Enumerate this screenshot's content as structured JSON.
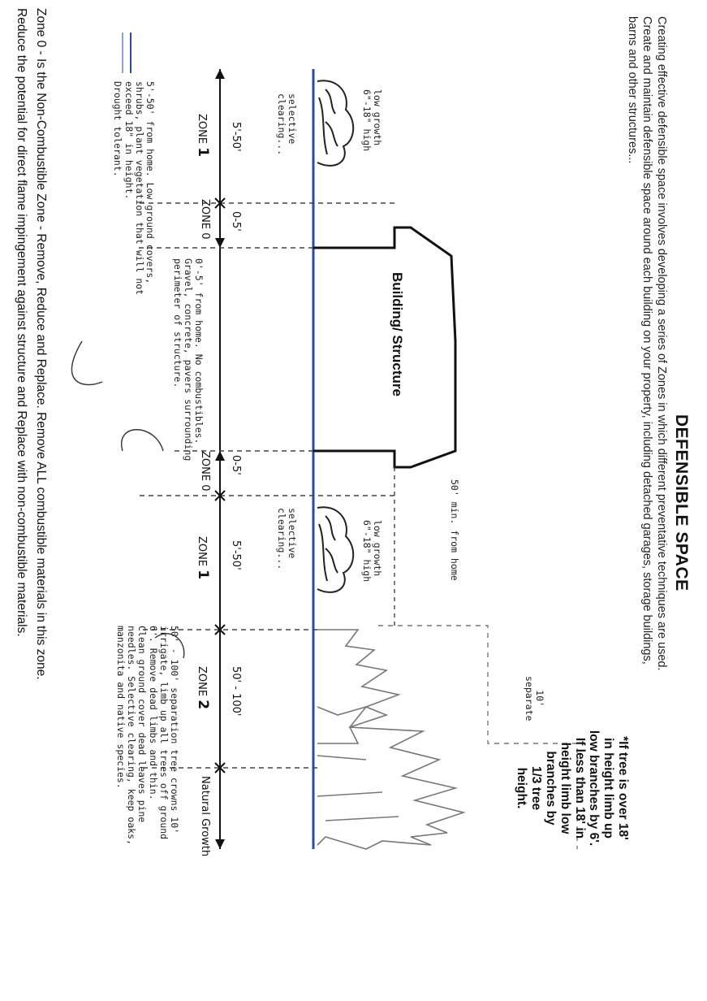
{
  "title": "DEFENSIBLE SPACE",
  "intro_line1": "Creating effective defensible space involves developing a series of Zones in which different preventative techniques are used.",
  "intro_line2": "Create and maintain defensible space around each building on your property, including detached garages, storage buildings,",
  "intro_line3": "barns and other structures...",
  "building_label": "Building/ Structure",
  "min_distance": "50' min. from home",
  "separate_label": "10'\nseparate",
  "tree_note": "*If tree is over 18'\nin height limb up\nlow branches by 6'.\nIf less than 18' in\nheight limb low\nbranches by\n1/3 tree\nheight.",
  "left_bush": {
    "growth": "low growth\n6\"-18\" high",
    "clearing": "selective\nclearing..."
  },
  "right_bush": {
    "growth": "low growth\n6\"-18\" high",
    "clearing": "selective\nclearing..."
  },
  "zones": {
    "left_zone1_range": "5'-50'",
    "left_zone1_name": "ZONE",
    "left_zone1_num": "1",
    "left_zone0_range": "0-5'",
    "left_zone0_name": "ZONE 0",
    "right_zone0_range": "0-5'",
    "right_zone0_name": "ZONE 0",
    "right_zone1_range": "5'-50'",
    "right_zone1_name": "ZONE",
    "right_zone1_num": "1",
    "zone2_range": "50' - 100'",
    "zone2_name": "ZONE",
    "zone2_num": "2",
    "natural_growth": "Natural Growth"
  },
  "notes": {
    "zone1_note": "5'-50' from home. Low ground covers,\nshrubs, plant vegetation that will not\nexceed 18\" in height.\nDrought tolerant.",
    "zone0_note": "0'-5' from home. No combustibles.\nGravel, concrete, pavers surrounding\nperimeter of structure.",
    "zone2_note": "50' - 100' separation tree crowns 10'\nirrigate, limb up all trees off ground\n6'. Remove dead limbs and thin.\nClean ground cover dead leaves pine\nneedles. Selective clearing, keep oaks,\nmanzonita and native species."
  },
  "footer_line1": "Zone 0 - Is the Non-Combustible Zone - Remove, Reduce and Replace. Remove ALL combustible materials in this zone.",
  "footer_line2": "Reduce the potential for direct flame impingement against structure and Replace with non-combustible materials."
}
